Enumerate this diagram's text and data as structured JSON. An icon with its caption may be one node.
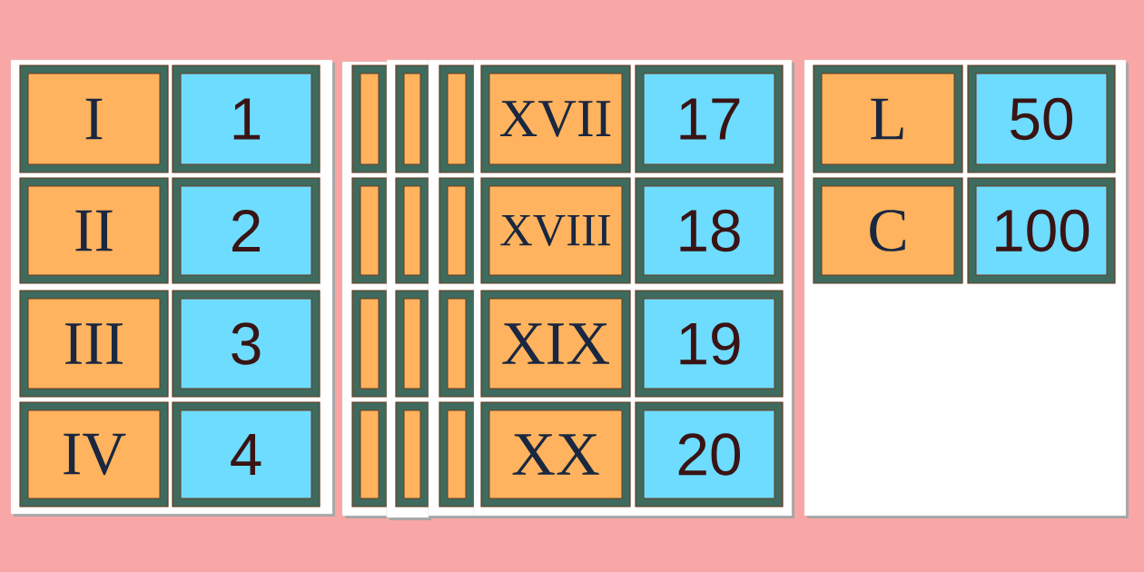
{
  "diagram": {
    "nodes": [
      {
        "text": [],
        "shape": "box"
      },
      {
        "text": [
          "I"
        ],
        "in": 0
      },
      {
        "text": [
          "1"
        ],
        "in": 0
      },
      {
        "text": [
          "II"
        ],
        "in": 0
      },
      {
        "text": [
          "2"
        ],
        "in": 0
      },
      {
        "text": [
          "III"
        ],
        "in": 0
      },
      {
        "text": [
          "3"
        ],
        "in": 0
      },
      {
        "text": [
          "IV"
        ],
        "in": 0
      },
      {
        "text": [
          "4"
        ],
        "in": 0
      },
      {
        "text": [],
        "shape": "box"
      },
      {
        "text": [],
        "shape": "box",
        "in": 9
      },
      {
        "text": [],
        "shape": "box",
        "in": 9
      },
      {
        "text": [],
        "shape": "box",
        "in": 9
      },
      {
        "text": [],
        "shape": "box",
        "in": 9
      },
      {
        "text": [],
        "shape": "box"
      },
      {
        "text": [],
        "shape": "box",
        "in": 14
      },
      {
        "text": [],
        "shape": "box",
        "in": 14
      },
      {
        "text": [],
        "shape": "box",
        "in": 14
      },
      {
        "text": [],
        "shape": "box",
        "in": 14
      },
      {
        "text": [],
        "shape": "box"
      },
      {
        "text": [],
        "shape": "box",
        "in": 19
      },
      {
        "text": [],
        "shape": "box",
        "in": 19
      },
      {
        "text": [],
        "shape": "box",
        "in": 19
      },
      {
        "text": [],
        "shape": "box",
        "in": 19
      },
      {
        "text": [],
        "shape": "box"
      },
      {
        "text": [
          "XVII"
        ],
        "in": 24
      },
      {
        "text": [
          "17"
        ],
        "in": 24
      },
      {
        "text": [
          "XVIII"
        ],
        "in": 24
      },
      {
        "text": [
          "18"
        ],
        "in": 24
      },
      {
        "text": [
          "XIX"
        ],
        "in": 24
      },
      {
        "text": [
          "19"
        ],
        "in": 24
      },
      {
        "text": [
          "XX"
        ],
        "in": 24
      },
      {
        "text": [
          "20"
        ],
        "in": 24
      },
      {
        "text": [],
        "shape": "box"
      },
      {
        "text": [
          "L"
        ],
        "in": 33
      },
      {
        "text": [
          "50"
        ],
        "in": 33
      },
      {
        "text": [
          "C"
        ],
        "in": 33
      },
      {
        "text": [
          "100"
        ],
        "in": 33
      }
    ]
  }
}
